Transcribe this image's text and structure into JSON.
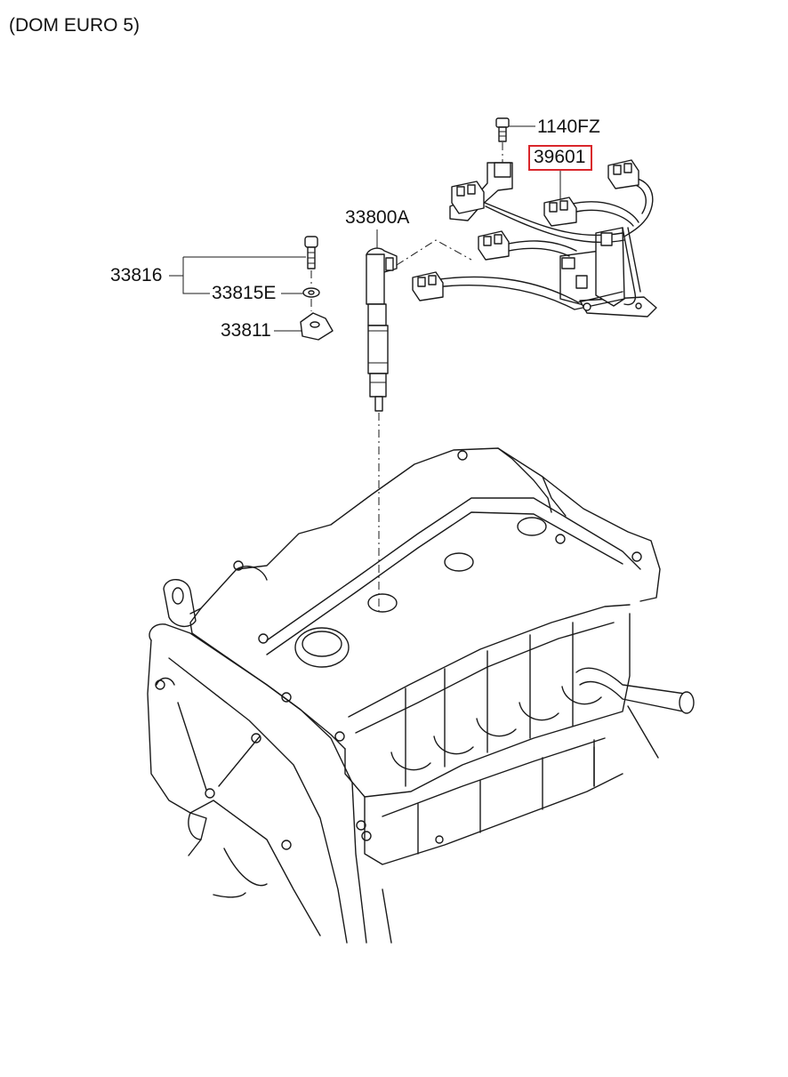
{
  "caption": "(DOM EURO 5)",
  "callouts": {
    "bolt": "1140FZ",
    "harness": "39601",
    "injector": "33800A",
    "clamp_bolt_set": "33816",
    "washer": "33815E",
    "clamp": "33811"
  },
  "highlight_color": "#d9262b"
}
